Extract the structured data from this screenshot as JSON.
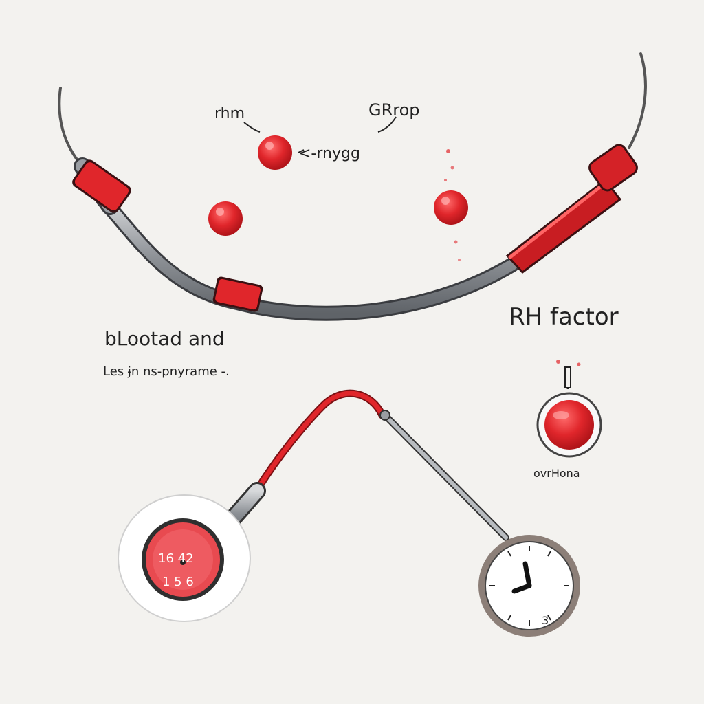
{
  "labels": {
    "rhm": "rhm",
    "group": "GRrop",
    "rhygg": "<-rnygg",
    "rh_factor": "RH factor",
    "blood_and": "bLootad and",
    "subline": "Les ɉn ns-pnyrame -.",
    "ovrhon": "ovrHona"
  },
  "gauge_left": {
    "digits_top": "16  42",
    "digits_bottom": "1  5 6"
  },
  "clock_right": {
    "numeral": "3"
  },
  "colors": {
    "background": "#f3f2ef",
    "red": "#e0262b",
    "dark_red": "#b81a1f",
    "steel": "#8c9095",
    "ink": "#222222"
  }
}
